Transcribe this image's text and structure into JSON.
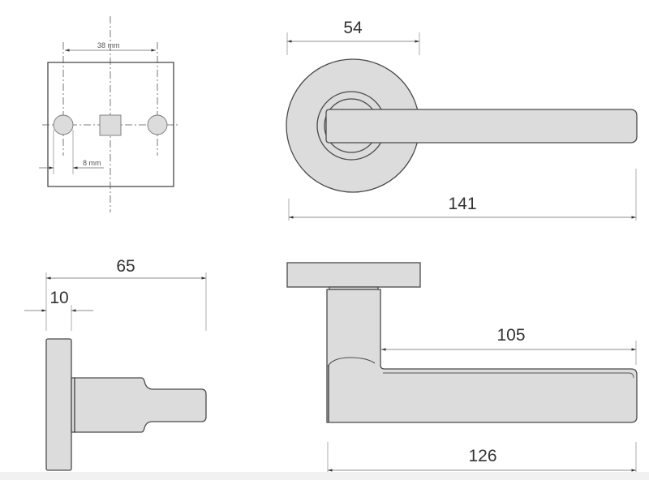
{
  "labels": {
    "mounting_hole_spacing": "38 mm",
    "hole_offset": "8 mm",
    "rose_diameter": "54",
    "lever_length_total": "141",
    "projection": "65",
    "rose_thickness": "10",
    "lever_grip_length": "105",
    "lever_length_side": "126"
  },
  "colors": {
    "part_fill": "#dcdcdc",
    "outline": "#4a4a4a"
  }
}
